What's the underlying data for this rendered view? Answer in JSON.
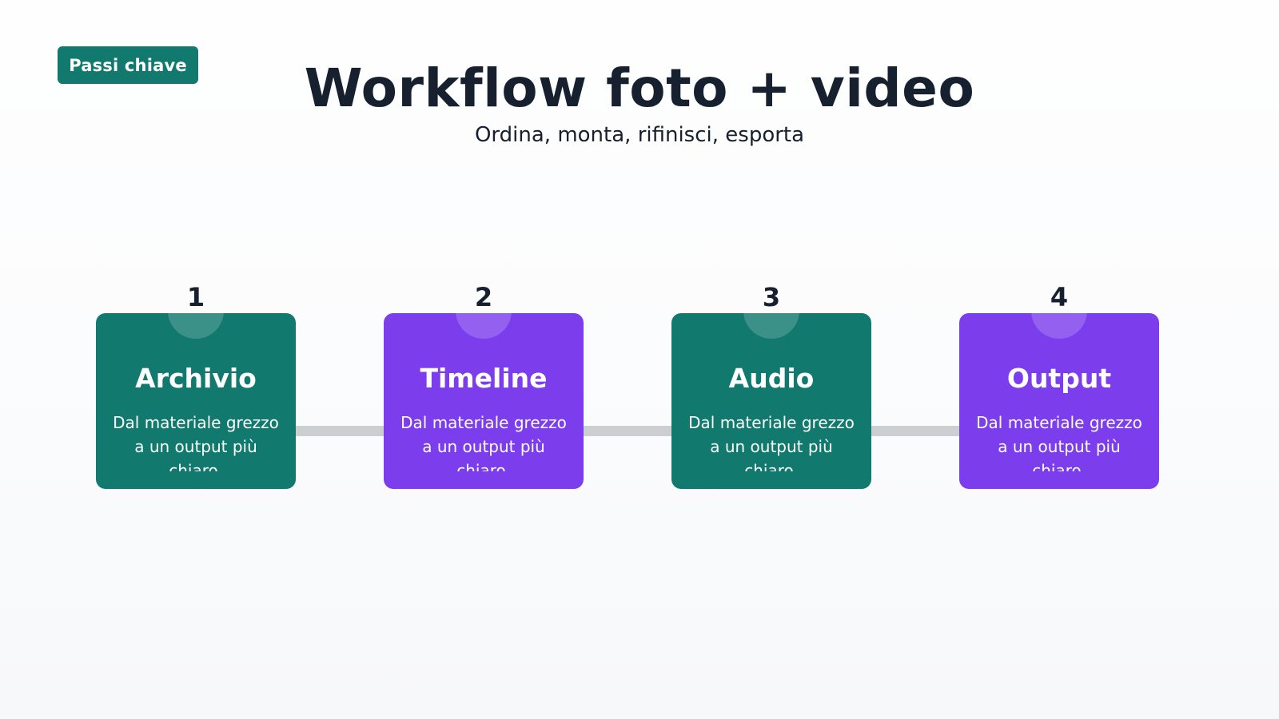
{
  "badge": {
    "label": "Passi chiave"
  },
  "header": {
    "title": "Workflow foto + video",
    "subtitle": "Ordina, monta, rifinisci, esporta"
  },
  "colors": {
    "teal": "#11796d",
    "violet": "#7c3ded",
    "connector": "#cbcfd2",
    "text_dark": "#17202e"
  },
  "steps": [
    {
      "number": "1",
      "title": "Archivio",
      "description": "Dal materiale grezzo a un output più chiaro.",
      "color": "teal"
    },
    {
      "number": "2",
      "title": "Timeline",
      "description": "Dal materiale grezzo a un output più chiaro.",
      "color": "violet"
    },
    {
      "number": "3",
      "title": "Audio",
      "description": "Dal materiale grezzo a un output più chiaro.",
      "color": "teal"
    },
    {
      "number": "4",
      "title": "Output",
      "description": "Dal materiale grezzo a un output più chiaro.",
      "color": "violet"
    }
  ]
}
